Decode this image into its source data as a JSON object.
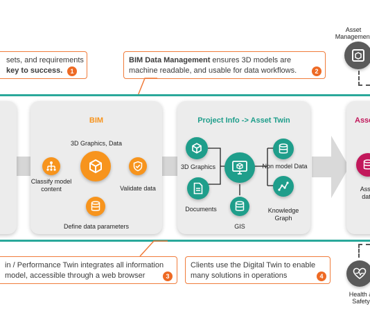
{
  "callouts": [
    {
      "line1": "sets, and requirements",
      "line2": "key to success.",
      "num": "1"
    },
    {
      "bold": "BIM Data Management",
      "rest": " ensures 3D models are",
      "line2": "machine readable, and usable for data workflows.",
      "num": "2"
    },
    {
      "line1": "in / Performance Twin integrates all information",
      "line2": "model, accessible through a web browser",
      "num": "3"
    },
    {
      "line1": "Clients use the Digital Twin to enable",
      "line2": "many solutions in operations",
      "num": "4"
    }
  ],
  "side_top": {
    "line1": "Asset",
    "line2": "Management"
  },
  "side_bottom": {
    "line1": "Health &",
    "line2": "Safety"
  },
  "bim": {
    "title": "BIM",
    "center_label": "3D Graphics, Data",
    "left_label": [
      "Classify model",
      "content"
    ],
    "right_label": "Validate data",
    "bottom_label": "Define data parameters"
  },
  "project": {
    "title": "Project Info -> Asset Twin",
    "labels": {
      "graphics": "3D Graphics",
      "documents": "Documents",
      "gis": "GIS",
      "nonmodel": "Non model Data",
      "knowledge": [
        "Knowledge",
        "Graph"
      ]
    }
  },
  "asset_panel": {
    "title": "Asse",
    "label": [
      "Asset",
      "data"
    ]
  },
  "colors": {
    "orange": "#f7941d",
    "teal": "#1f9e8b",
    "pink": "#c2185b",
    "accent_line": "#2aa89a",
    "callout_border": "#f07b3a",
    "dark_icon": "#5a5a5a"
  }
}
